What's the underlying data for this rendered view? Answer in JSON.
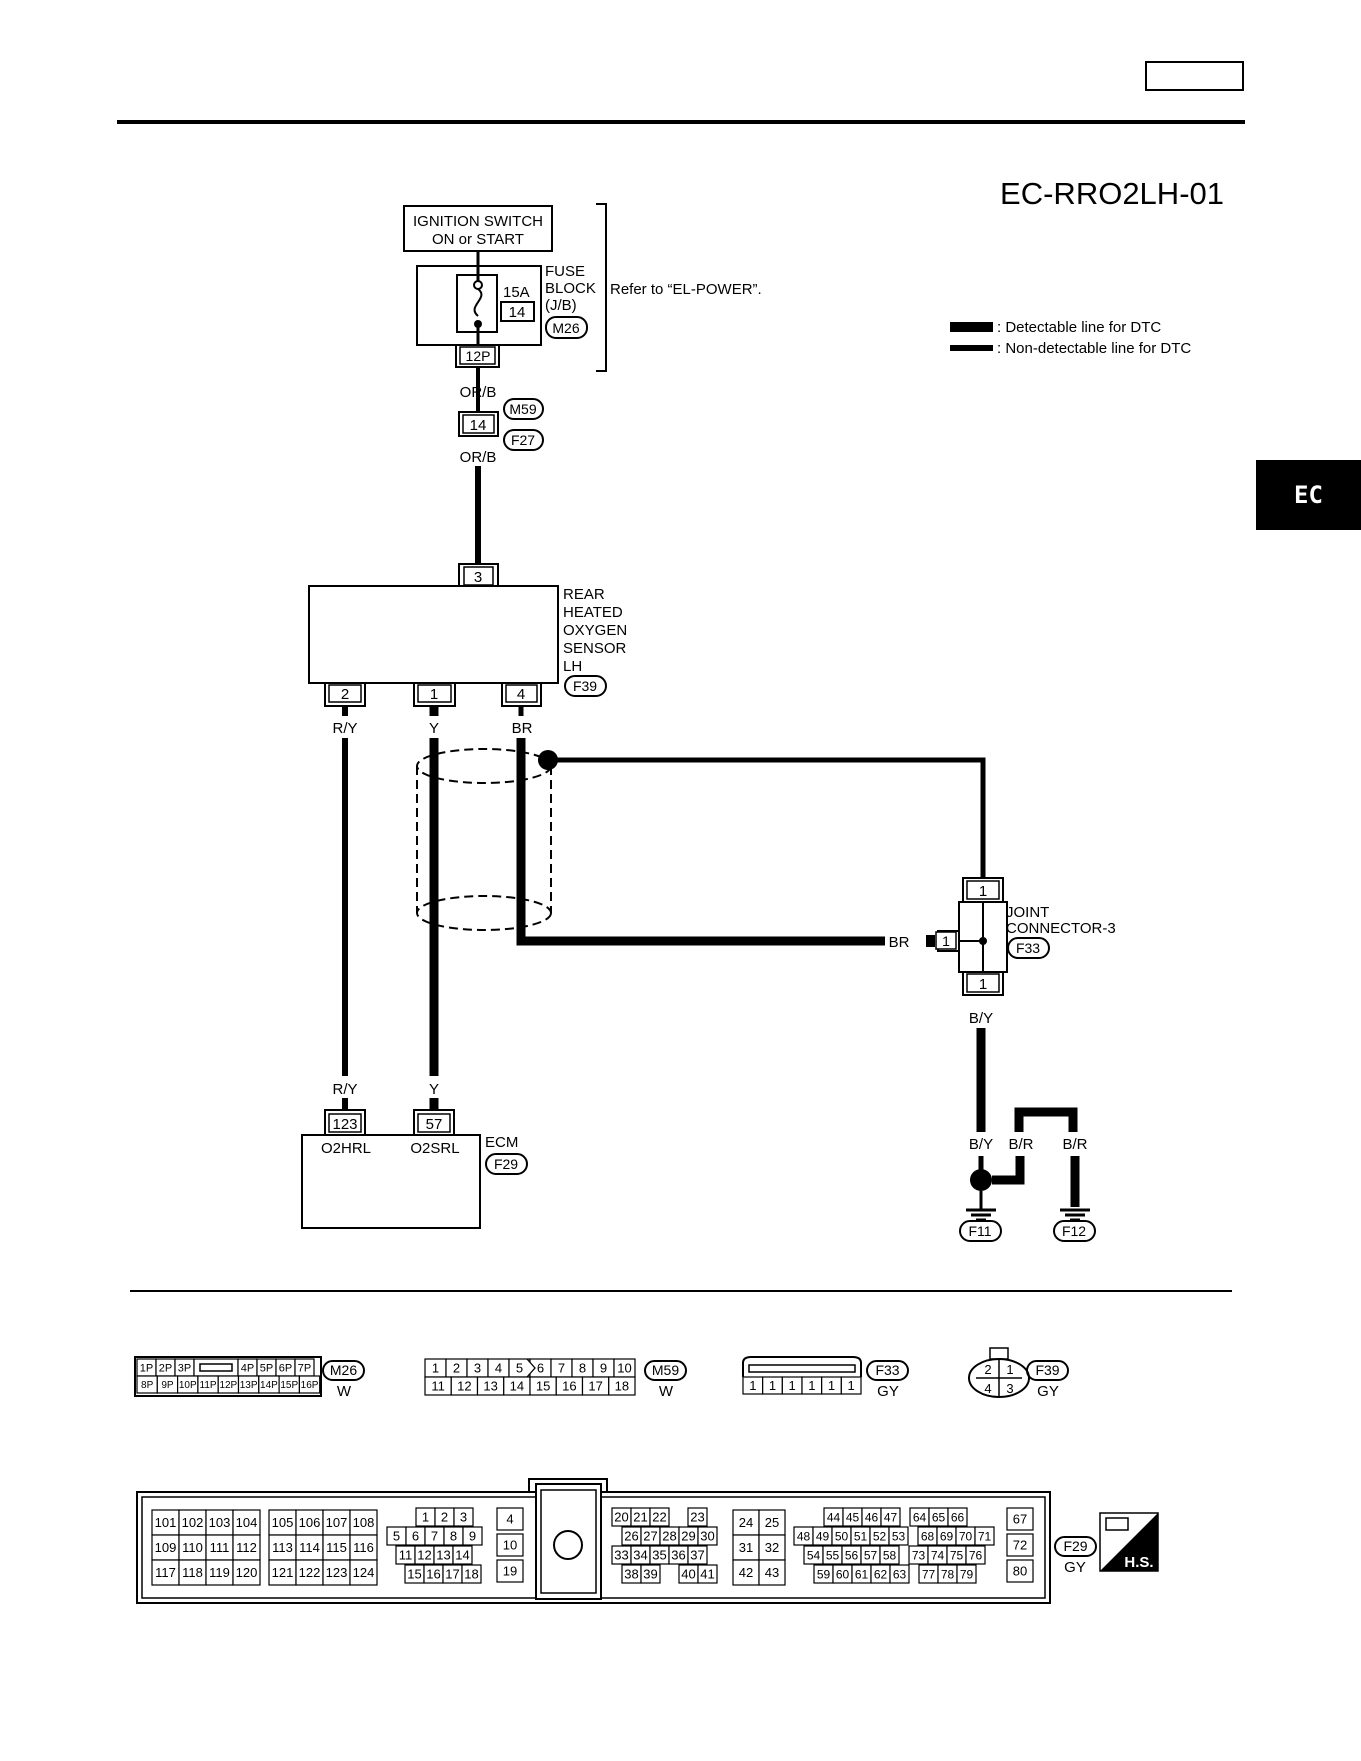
{
  "diagram_id": "EC-RRO2LH-01",
  "section_tab": "EC",
  "legend": {
    "detectable": ": Detectable line for DTC",
    "non_detectable": ": Non-detectable line for DTC"
  },
  "power": {
    "ignition_line1": "IGNITION SWITCH",
    "ignition_line2": "ON or START",
    "fuse_amp": "15A",
    "fuse_no": "14",
    "fuse_label": [
      "FUSE",
      "BLOCK",
      "(J/B)"
    ],
    "fuse_connector": "M26",
    "fuse_terminal": "12P",
    "refer": "Refer to “EL-POWER”."
  },
  "harness": {
    "wire_top": "OR/B",
    "wire_bottom": "OR/B",
    "terminal": "14",
    "conn_a": "M59",
    "conn_b": "F27"
  },
  "sensor": {
    "label": [
      "REAR",
      "HEATED",
      "OXYGEN",
      "SENSOR",
      "LH"
    ],
    "connector": "F39",
    "pin_top": "3",
    "pins": [
      "2",
      "1",
      "4"
    ],
    "wires": [
      "R/Y",
      "Y",
      "BR"
    ]
  },
  "joint": {
    "label": [
      "JOINT",
      "CONNECTOR-3"
    ],
    "connector": "F33",
    "pin_top": "1",
    "pin_side": "1",
    "pin_bottom": "1",
    "wire_in": "BR",
    "wire_out": "B/Y"
  },
  "ecm": {
    "label": "ECM",
    "connector": "F29",
    "pins": [
      "123",
      "57"
    ],
    "terminals": [
      "O2HRL",
      "O2SRL"
    ],
    "wires": [
      "R/Y",
      "Y"
    ]
  },
  "ground": {
    "wire_by": "B/Y",
    "wire_br1": "B/R",
    "wire_br2": "B/R",
    "points": [
      "F11",
      "F12"
    ]
  },
  "connector_views": {
    "m26": {
      "id": "M26",
      "color": "W",
      "row1": [
        "1P",
        "2P",
        "3P",
        "",
        "4P",
        "5P",
        "6P",
        "7P"
      ],
      "row2": [
        "8P",
        "9P",
        "10P",
        "11P",
        "12P",
        "13P",
        "14P",
        "15P",
        "16P"
      ]
    },
    "m59": {
      "id": "M59",
      "color": "W",
      "row1": [
        "1",
        "2",
        "3",
        "4",
        "5",
        "6",
        "7",
        "8",
        "9",
        "10"
      ],
      "row2": [
        "11",
        "12",
        "13",
        "14",
        "15",
        "16",
        "17",
        "18"
      ]
    },
    "f33": {
      "id": "F33",
      "color": "GY",
      "row": [
        "1",
        "1",
        "1",
        "1",
        "1",
        "1"
      ]
    },
    "f39": {
      "id": "F39",
      "color": "GY",
      "pins": [
        "2",
        "1",
        "4",
        "3"
      ]
    },
    "f29": {
      "id": "F29",
      "color": "GY",
      "hs": "H.S.",
      "g1": [
        [
          "101",
          "102",
          "103",
          "104"
        ],
        [
          "109",
          "110",
          "111",
          "112"
        ],
        [
          "117",
          "118",
          "119",
          "120"
        ]
      ],
      "g2": [
        [
          "105",
          "106",
          "107",
          "108"
        ],
        [
          "113",
          "114",
          "115",
          "116"
        ],
        [
          "121",
          "122",
          "123",
          "124"
        ]
      ],
      "g3": [
        [
          "1",
          "2",
          "3"
        ],
        [
          "5",
          "6",
          "7",
          "8",
          "9"
        ],
        [
          "11",
          "12",
          "13",
          "14"
        ],
        [
          "15",
          "16",
          "17",
          "18"
        ]
      ],
      "g4": [
        "4",
        "10",
        "19"
      ],
      "g5": [
        [
          "20",
          "21",
          "22",
          "23"
        ],
        [
          "26",
          "27",
          "28",
          "29",
          "30"
        ],
        [
          "33",
          "34",
          "35",
          "36",
          "37"
        ],
        [
          "38",
          "39",
          "40",
          "41"
        ]
      ],
      "g6": [
        [
          "24",
          "25"
        ],
        [
          "31",
          "32"
        ],
        [
          "42",
          "43"
        ]
      ],
      "g7": [
        [
          "44",
          "45",
          "46",
          "47",
          "64",
          "65",
          "66"
        ],
        [
          "48",
          "49",
          "50",
          "51",
          "52",
          "53",
          "68",
          "69",
          "70",
          "71"
        ],
        [
          "54",
          "55",
          "56",
          "57",
          "58",
          "73",
          "74",
          "75",
          "76"
        ],
        [
          "59",
          "60",
          "61",
          "62",
          "63",
          "77",
          "78",
          "79"
        ]
      ],
      "g8": [
        "67",
        "72",
        "80"
      ]
    }
  }
}
